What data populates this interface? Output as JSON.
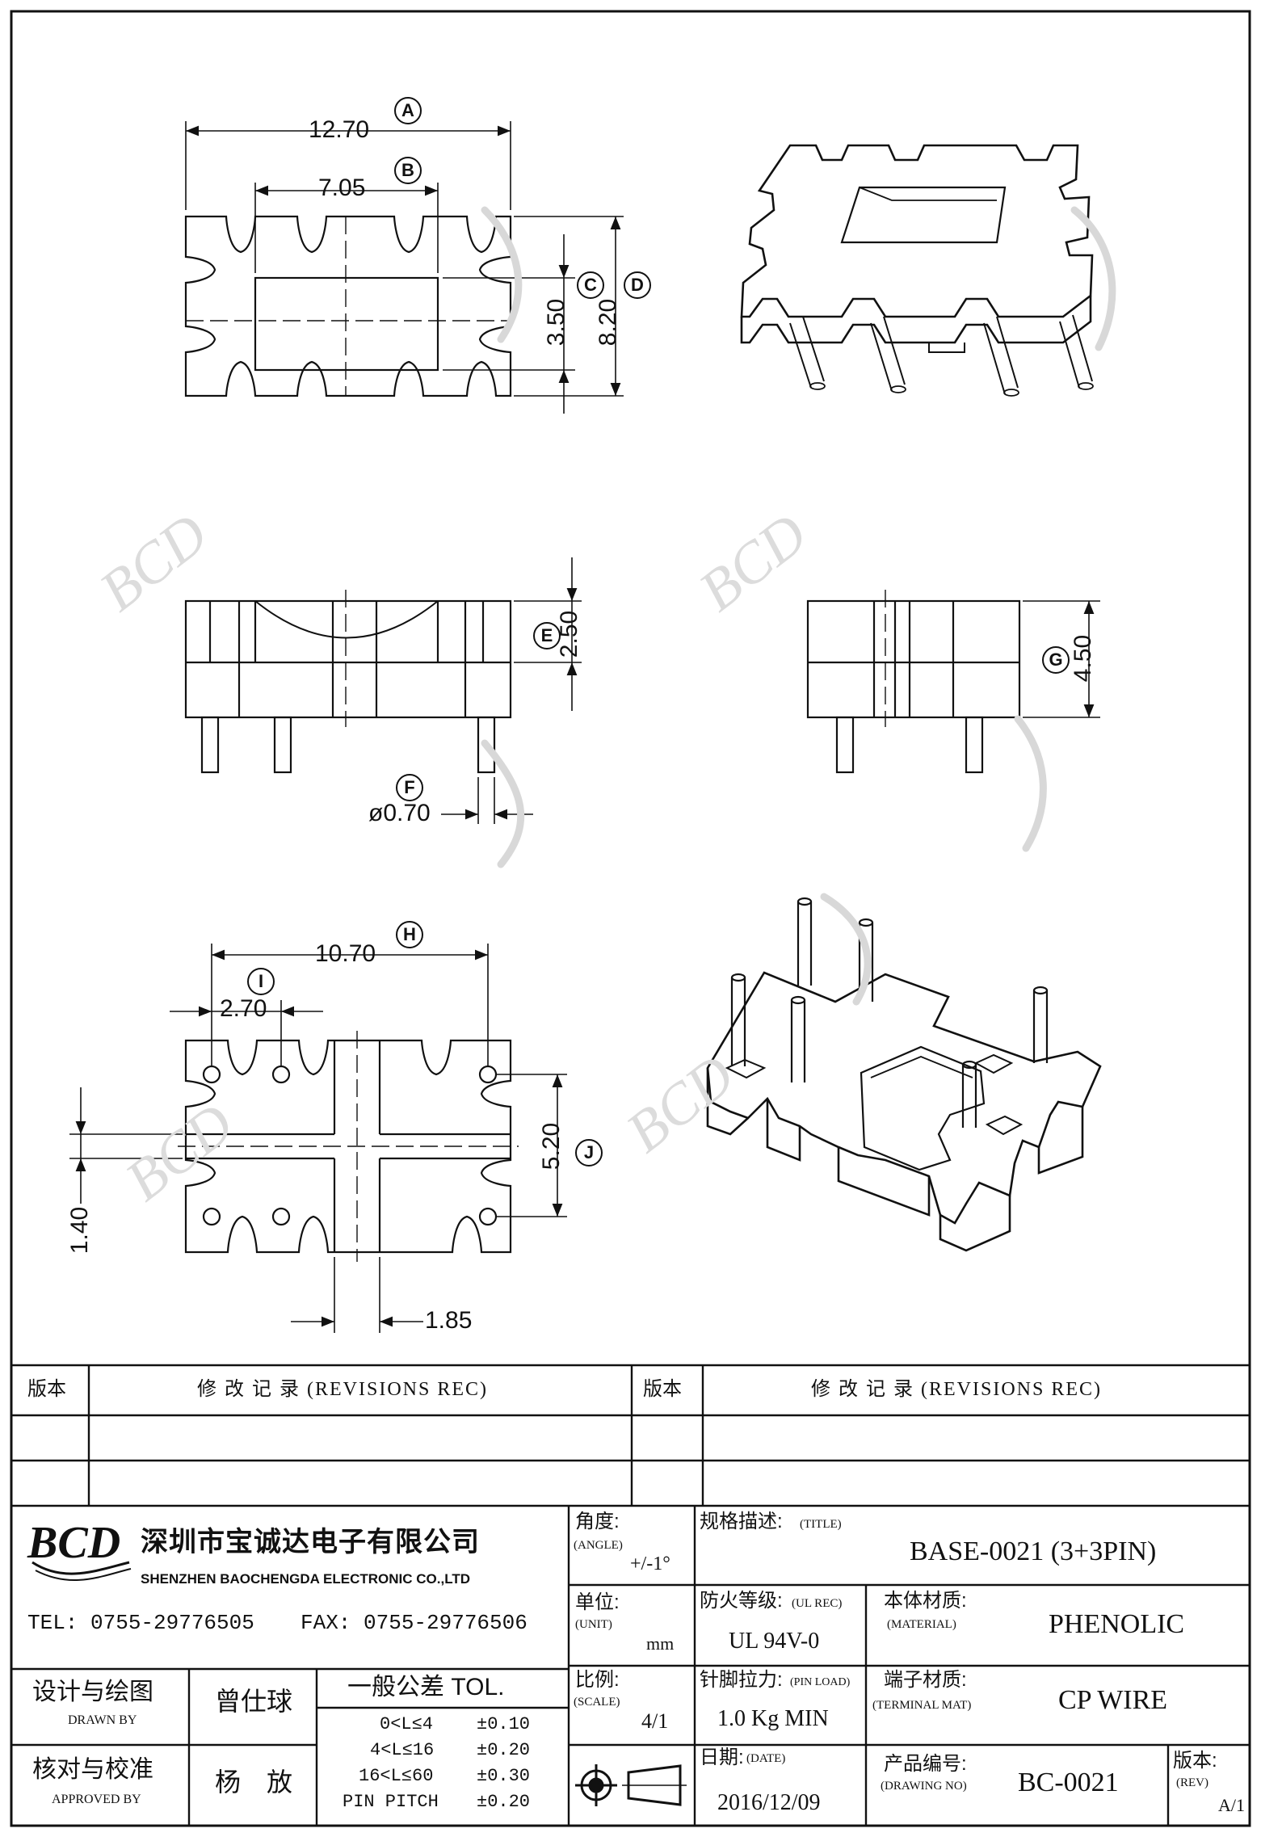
{
  "dimensions": {
    "A": {
      "letter": "A",
      "value": "12.70"
    },
    "B": {
      "letter": "B",
      "value": "7.05"
    },
    "C": {
      "letter": "C",
      "value": "3.50"
    },
    "D": {
      "letter": "D",
      "value": "8.20"
    },
    "E": {
      "letter": "E",
      "value": "2.50"
    },
    "F": {
      "letter": "F",
      "value": "ø0.70"
    },
    "G": {
      "letter": "G",
      "value": "4.50"
    },
    "H": {
      "letter": "H",
      "value": "10.70"
    },
    "I": {
      "letter": "I",
      "value": "2.70"
    },
    "J": {
      "letter": "J",
      "value": "5.20"
    },
    "K": {
      "value": "1.40"
    },
    "L": {
      "value": "1.85"
    }
  },
  "revisions": {
    "ver_label": "版本",
    "rec_label": "修 改 记 录 (REVISIONS REC)"
  },
  "company": {
    "logo_text": "BCD",
    "name_cn": "深圳市宝诚达电子有限公司",
    "name_en": "SHENZHEN BAOCHENGDA ELECTRONIC CO.,LTD",
    "tel": "TEL: 0755-29776505",
    "fax": "FAX: 0755-29776506"
  },
  "title_block": {
    "angle_label": "角度:",
    "angle_sub": "(ANGLE)",
    "angle_value": "+/-1°",
    "unit_label": "单位:",
    "unit_sub": "(UNIT)",
    "unit_value": "mm",
    "scale_label": "比例:",
    "scale_sub": "(SCALE)",
    "scale_value": "4/1",
    "title_label": "规格描述:",
    "title_sub": "(TITLE)",
    "title_value": "BASE-0021 (3+3PIN)",
    "ul_label": "防火等级:",
    "ul_sub": "(UL REC)",
    "ul_value": "UL 94V-0",
    "material_label": "本体材质:",
    "material_sub": "(MATERIAL)",
    "material_value": "PHENOLIC",
    "pinload_label": "针脚拉力:",
    "pinload_sub": "(PIN LOAD)",
    "pinload_value": "1.0 Kg MIN",
    "terminal_label": "端子材质:",
    "terminal_sub": "(TERMINAL MAT)",
    "terminal_value": "CP WIRE",
    "date_label": "日期:",
    "date_sub": "(DATE)",
    "date_value": "2016/12/09",
    "drawingno_label": "产品编号:",
    "drawingno_sub": "(DRAWING NO)",
    "drawingno_value": "BC-0021",
    "rev_label": "版本:",
    "rev_sub": "(REV)",
    "rev_value": "A/1",
    "drawn_label": "设计与绘图",
    "drawn_sub": "DRAWN BY",
    "drawn_name": "曾仕球",
    "approved_label": "核对与校准",
    "approved_sub": "APPROVED BY",
    "approved_name": "杨　放",
    "tol_label": "一般公差 TOL.",
    "tolerances": [
      {
        "range": "0<L≤4",
        "tol": "±0.10"
      },
      {
        "range": "4<L≤16",
        "tol": "±0.20"
      },
      {
        "range": "16<L≤60",
        "tol": "±0.30"
      },
      {
        "range": "PIN PITCH",
        "tol": "±0.20"
      }
    ]
  },
  "watermark": {
    "text": "BCD"
  }
}
